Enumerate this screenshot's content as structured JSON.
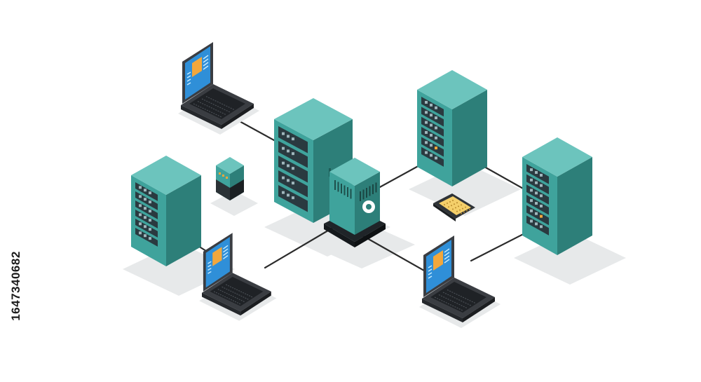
{
  "stock_id": "1647340682",
  "colors": {
    "teal_top": "#6cc4bd",
    "teal_left": "#3fa39c",
    "teal_right": "#2d7f79",
    "rack_unit": "#2a3a40",
    "cable": "#2b2b2b",
    "laptop_body": "#3a3d42",
    "laptop_screen": "#2f8fd8",
    "doc_orange": "#f2a73b",
    "shadow": "#e7e9ea"
  },
  "nodes": [
    {
      "id": "central-switch",
      "type": "switch-hub"
    },
    {
      "id": "main-server-rack",
      "type": "server-rack"
    },
    {
      "id": "left-server-rack",
      "type": "server-rack"
    },
    {
      "id": "top-right-server-rack",
      "type": "server-rack"
    },
    {
      "id": "right-server-rack",
      "type": "server-rack"
    },
    {
      "id": "top-left-laptop",
      "type": "laptop"
    },
    {
      "id": "bottom-left-laptop",
      "type": "laptop"
    },
    {
      "id": "bottom-right-laptop",
      "type": "laptop"
    },
    {
      "id": "small-network-device",
      "type": "cube-device"
    },
    {
      "id": "memory-chip",
      "type": "chip"
    }
  ],
  "connections": [
    [
      "top-left-laptop",
      "main-server-rack"
    ],
    [
      "left-server-rack",
      "bottom-left-laptop"
    ],
    [
      "bottom-left-laptop",
      "central-switch"
    ],
    [
      "central-switch",
      "top-right-server-rack"
    ],
    [
      "central-switch",
      "bottom-right-laptop"
    ],
    [
      "top-right-server-rack",
      "right-server-rack"
    ],
    [
      "right-server-rack",
      "bottom-right-laptop"
    ]
  ]
}
